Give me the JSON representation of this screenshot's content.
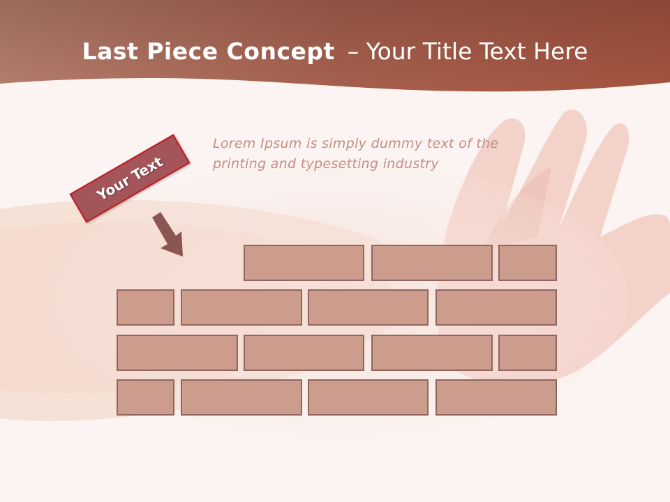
{
  "title": {
    "bold": "Last Piece Concept",
    "dash": "–",
    "light": "Your Title Text Here"
  },
  "body_text": "Lorem Ipsum is simply dummy text of the printing and typesetting industry",
  "label": "Your Text",
  "colors": {
    "header": "#a7604e",
    "brick_fill": "#cc9c8c",
    "brick_border": "#916660",
    "label_fill": "#a3555a",
    "label_border": "#c01b20",
    "body_text": "#c48f83"
  },
  "icons": {
    "arrow": "down-right-arrow-icon"
  }
}
